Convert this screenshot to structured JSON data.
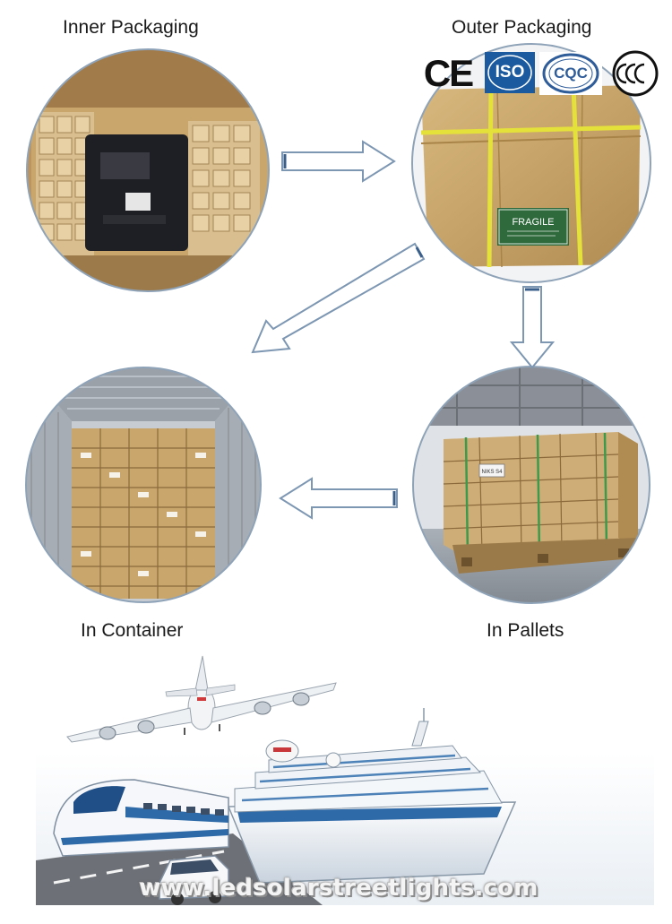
{
  "steps": {
    "inner": "Inner Packaging",
    "outer": "Outer Packaging",
    "pallets": "In Pallets",
    "container": "In Container"
  },
  "certifications": {
    "ce": "CE",
    "iso": "ISO",
    "cqc": "CQC"
  },
  "box_label": "FRAGILE",
  "pallet_label": "NIKS S4",
  "website": "www.ledsolarstreetlights.com",
  "colors": {
    "arrow_fill": "#ffffff",
    "arrow_stroke": "#7d97b3",
    "arrow_tail": "#3a5f8a",
    "circle_border": "#8fa3b8",
    "cardboard": "#c9a66b",
    "strap": "#e5e13b"
  }
}
